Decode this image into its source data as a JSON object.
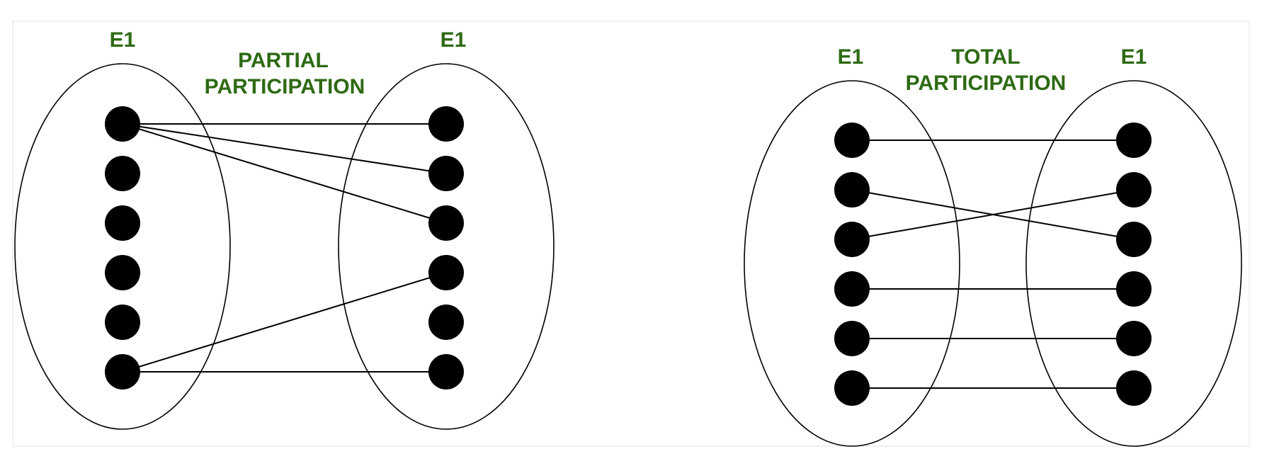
{
  "colors": {
    "label": "#2e6a14",
    "ink": "#000000",
    "background": "#ffffff"
  },
  "diagrams": [
    {
      "title_lines": [
        "PARTIAL",
        "PARTICIPATION"
      ],
      "left_set_label": "E1",
      "right_set_label": "E1",
      "elements_per_set": 6,
      "links": [
        [
          1,
          1
        ],
        [
          1,
          2
        ],
        [
          1,
          3
        ],
        [
          6,
          4
        ],
        [
          6,
          6
        ]
      ]
    },
    {
      "title_lines": [
        "TOTAL",
        "PARTICIPATION"
      ],
      "left_set_label": "E1",
      "right_set_label": "E1",
      "elements_per_set": 6,
      "links": [
        [
          1,
          1
        ],
        [
          2,
          3
        ],
        [
          3,
          2
        ],
        [
          4,
          4
        ],
        [
          5,
          5
        ],
        [
          6,
          6
        ]
      ]
    }
  ]
}
